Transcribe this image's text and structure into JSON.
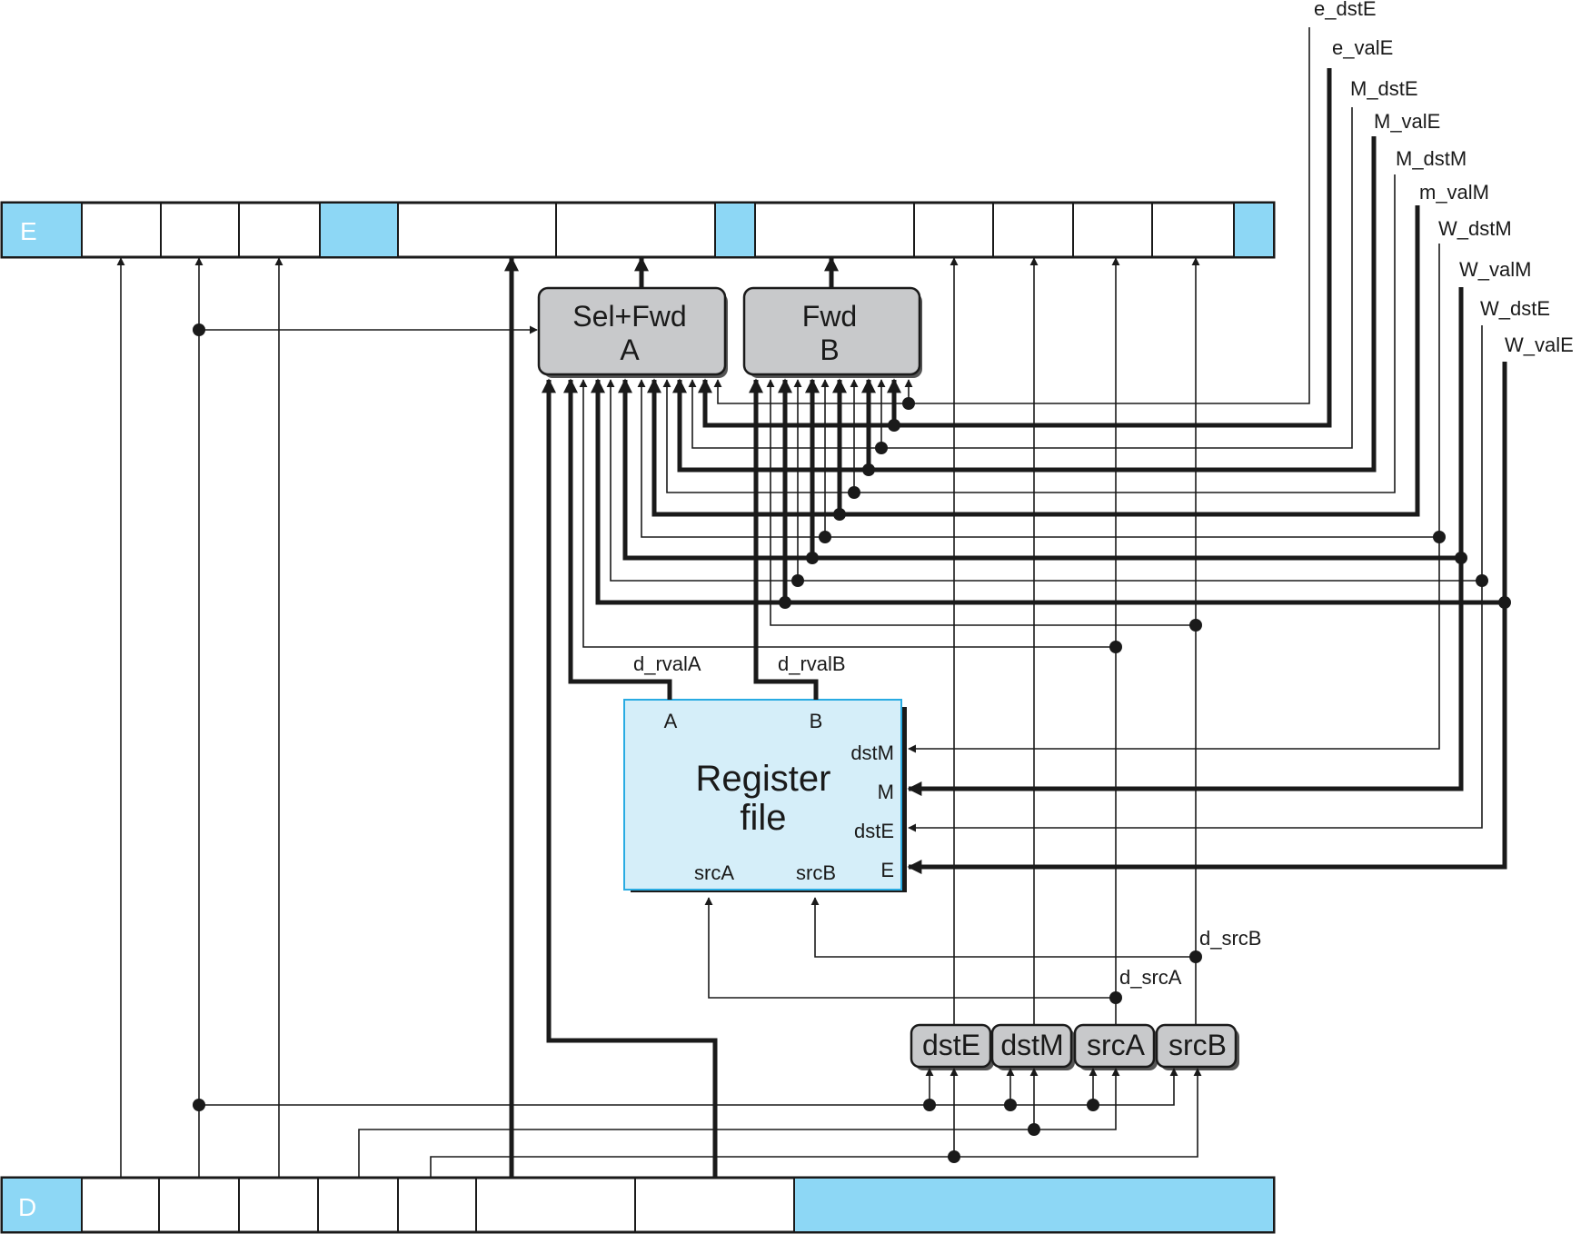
{
  "pipeline_registers": {
    "E": {
      "label": "E"
    },
    "D": {
      "label": "D"
    }
  },
  "blocks": {
    "sel_fwd_a": {
      "line1": "Sel+Fwd",
      "line2": "A"
    },
    "fwd_b": {
      "line1": "Fwd",
      "line2": "B"
    },
    "register_file": {
      "title_line1": "Register",
      "title_line2": "file",
      "ports": {
        "A": "A",
        "B": "B",
        "dstM": "dstM",
        "M": "M",
        "dstE": "dstE",
        "E": "E",
        "srcA": "srcA",
        "srcB": "srcB"
      }
    },
    "selectors": [
      "dstE",
      "dstM",
      "srcA",
      "srcB"
    ]
  },
  "signals": {
    "forward_inputs": [
      "e_dstE",
      "e_valE",
      "M_dstE",
      "M_valE",
      "M_dstM",
      "m_valM",
      "W_dstM",
      "W_valM",
      "W_dstE",
      "W_valE"
    ],
    "d_rvalA": "d_rvalA",
    "d_rvalB": "d_rvalB",
    "d_srcA": "d_srcA",
    "d_srcB": "d_srcB"
  },
  "colors": {
    "register_fill": "#8dd7f5",
    "register_file_fill": "#d5eef9",
    "register_file_border": "#29abe2",
    "logic_block_fill": "#c8c9cb",
    "wire": "#1a1a1a"
  }
}
